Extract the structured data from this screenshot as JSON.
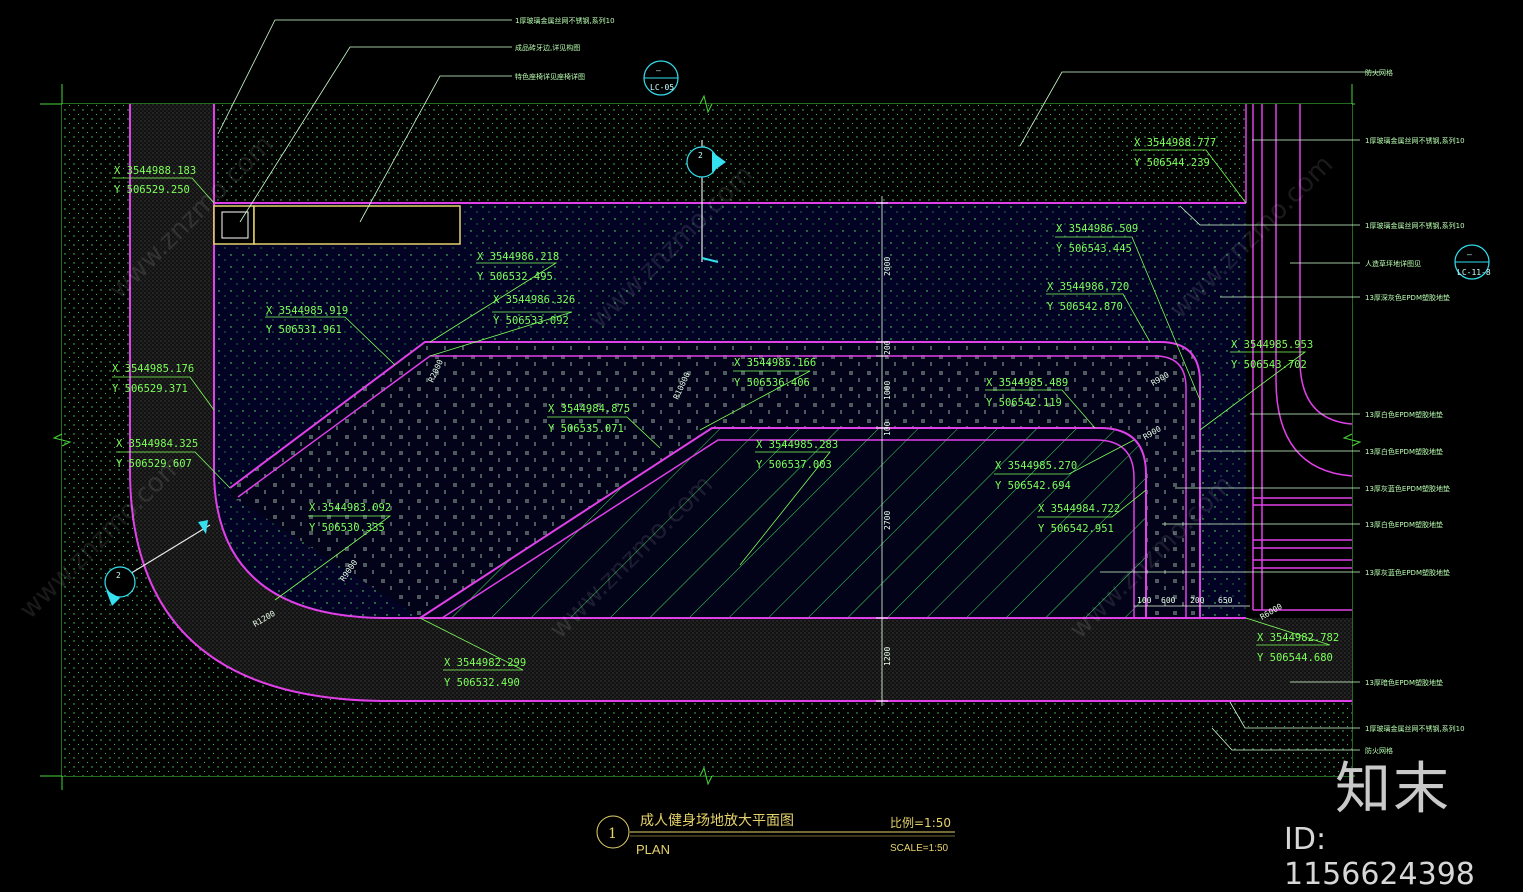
{
  "drawing": {
    "title_cn": "成人健身场地放大平面图",
    "title_en": "PLAN",
    "scale_cn": "比例=1:50",
    "scale_en": "SCALE=1:50",
    "callout_number": "1"
  },
  "section_markers": [
    {
      "ref": "LC-05",
      "num": "—"
    },
    {
      "ref": "LC-11-8",
      "num": "—"
    }
  ],
  "detail_markers": [
    "2",
    "2"
  ],
  "coordinates": [
    {
      "x": "X 3544988.183",
      "y": "Y 506529.250"
    },
    {
      "x": "X 3544986.218",
      "y": "Y 506532.495"
    },
    {
      "x": "X 3544986.326",
      "y": "Y 506533.092"
    },
    {
      "x": "X 3544985.919",
      "y": "Y 506531.961"
    },
    {
      "x": "X 3544985.176",
      "y": "Y 506529.371"
    },
    {
      "x": "X 3544984.325",
      "y": "Y 506529.607"
    },
    {
      "x": "X 3544985.166",
      "y": "Y 506536.406"
    },
    {
      "x": "X 3544984.875",
      "y": "Y 506535.071"
    },
    {
      "x": "X 3544985.283",
      "y": "Y 506537.003"
    },
    {
      "x": "X 3544983.092",
      "y": "Y 506530.335"
    },
    {
      "x": "X 3544982.299",
      "y": "Y 506532.490"
    },
    {
      "x": "X 3544988.777",
      "y": "Y 506544.239"
    },
    {
      "x": "X 3544986.509",
      "y": "Y 506543.445"
    },
    {
      "x": "X 3544986.720",
      "y": "Y 506542.870"
    },
    {
      "x": "X 3544985.953",
      "y": "Y 506543.702"
    },
    {
      "x": "X 3544985.489",
      "y": "Y 506542.119"
    },
    {
      "x": "X 3544985.270",
      "y": "Y 506542.694"
    },
    {
      "x": "X 3544984.722",
      "y": "Y 506542.951"
    },
    {
      "x": "X 3544982.782",
      "y": "Y 506544.680"
    }
  ],
  "leader_notes": [
    "1厚玻璃金属丝网不锈钢,系列10",
    "成品砖牙边,详见构图",
    "特色座椅详见座椅详图",
    "防火网格",
    "1厚玻璃金属丝网不锈钢,系列10",
    "1厚玻璃金属丝网不锈钢,系列10",
    "人造草坪地详图见",
    "13厚深灰色EPDM塑胶地垫",
    "13厚白色EPDM塑胶地垫",
    "13厚白色EPDM塑胶地垫",
    "13厚灰蓝色EPDM塑胶地垫",
    "13厚白色EPDM塑胶地垫",
    "13厚灰蓝色EPDM塑胶地垫",
    "13厚暗色EPDM塑胶地垫",
    "1厚玻璃金属丝网不锈钢,系列10",
    "防火网格"
  ],
  "vertical_dims": [
    "2000",
    "200",
    "1000",
    "100",
    "2700",
    "1200"
  ],
  "bottom_dims": [
    "100",
    "600",
    "200",
    "650"
  ],
  "diag_dims": [
    "R2000",
    "R10000",
    "R9000",
    "R900",
    "R900",
    "R6000",
    "R1200"
  ],
  "watermark": "www.znzmo.com",
  "brand": "知末",
  "image_id": "ID: 1156624398",
  "colors": {
    "magenta": "#e040e8",
    "green": "#49d83a",
    "dot": "#5cff6c",
    "hatch": "#3adc5a",
    "cyan": "#35e0ef",
    "yellow": "#e6d36a"
  }
}
